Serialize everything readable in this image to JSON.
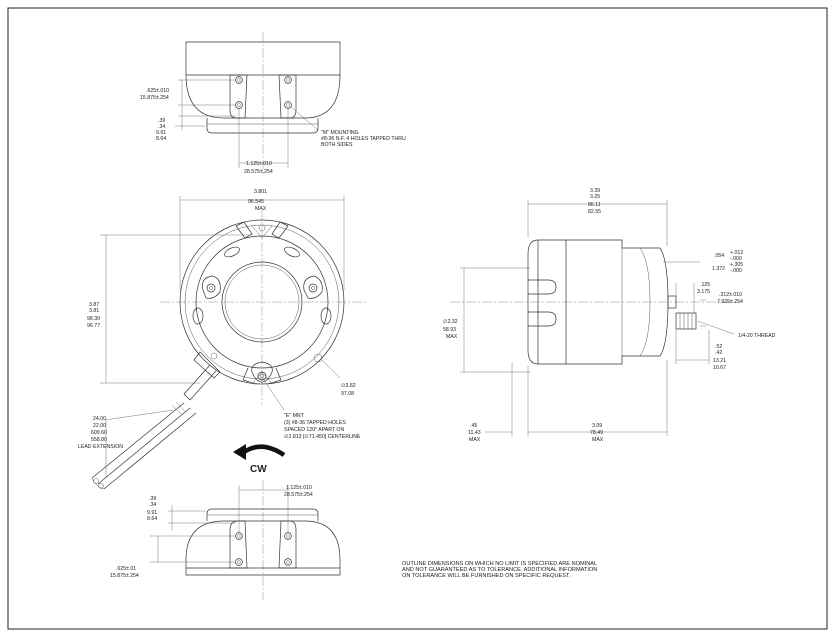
{
  "top_view": {
    "dim_625": ".625±.010",
    "dim_625_mm": "15.875±.254",
    "dim_39": ".39",
    "dim_34": ".34",
    "dim_991": "9.91",
    "dim_864": "8.64",
    "note_line1": "\"M\" MOUNTING",
    "note_line2": "#8-36 N.F. 4 HOLES TAPPED THRU",
    "note_line3": "BOTH SIDES",
    "dim_1125": "1.125±.010",
    "dim_1125_mm": "28.575±.254"
  },
  "front_view": {
    "width_in": "3.801",
    "width_mm": "96.545",
    "width_max": "MAX",
    "height_max_in": "3.87",
    "height_min_in": "3.81",
    "height_max_mm": "98.30",
    "height_min_mm": "96.77",
    "dia_in": "∅3.82",
    "dia_mm": "97.08",
    "lead_max_in": "24.00",
    "lead_min_in": "22.00",
    "lead_max_mm": "609.60",
    "lead_min_mm": "558.80",
    "lead_label": "LEAD EXTENSION",
    "e_mnt_line1": "\"E\" MNT",
    "e_mnt_line2": "(3) #8-36 TAPPED HOLES",
    "e_mnt_line3": "SPACED 120° APART ON",
    "e_mnt_line4": "∅2.813 [∅71.450] CENTERLINE",
    "rotation": "CW"
  },
  "side_view": {
    "len_max_in": "3.39",
    "len_min_in": "3.25",
    "len_max_mm": "86.11",
    "len_min_mm": "82.55",
    "dim_054": ".054",
    "dim_054_tol": "+.012",
    "dim_054_tol2": "-.000",
    "dim_1372": "1.372",
    "dim_1372_tol": "+.305",
    "dim_1372_tol2": "-.000",
    "dim_125": ".125",
    "dim_3175": "3.175",
    "dim_312": ".312±.010",
    "dim_312_mm": "7.925±.254",
    "thread": "1/4-20 THREAD",
    "dia_in": "∅2.32",
    "dia_mm": "58.93",
    "dia_max": "MAX",
    "dim_52": ".52",
    "dim_42": ".42",
    "dim_1321": "13.21",
    "dim_1067": "10.67",
    "dim_45": ".45",
    "dim_1143": "11.43",
    "dim_45_max": "MAX",
    "dim_309": "3.09",
    "dim_7849": "78.49",
    "dim_309_max": "MAX"
  },
  "bottom_view": {
    "dim_1125": "1.125±.010",
    "dim_1125_mm": "28.575±.254",
    "dim_39": ".39",
    "dim_34": ".34",
    "dim_991": "9.91",
    "dim_864": "8.64",
    "dim_625": ".625±.01",
    "dim_625_mm": "15.875±.254"
  },
  "notes": {
    "line1": "OUTLINE DIMENSIONS ON WHICH NO LIMIT IS SPECIFIED ARE NOMINAL",
    "line2": "AND NOT GUARANTEED AS TO TOLERANCE. ADDITIONAL INFORMATION",
    "line3": "ON TOLERANCE WILL BE FURNISHED ON SPECIFIC REQUEST."
  }
}
